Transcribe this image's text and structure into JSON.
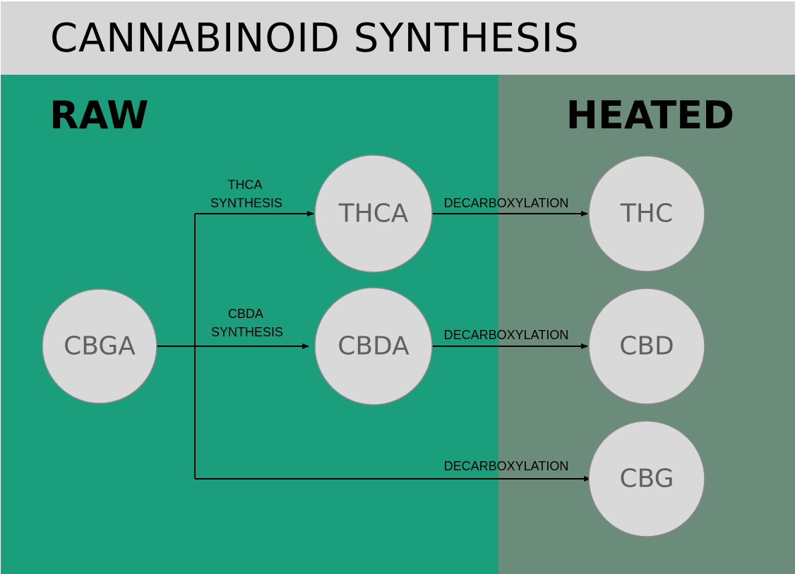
{
  "title": "CANNABINOID SYNTHESIS",
  "zones": {
    "raw": {
      "label": "RAW",
      "color": "#1a9e7c"
    },
    "heated": {
      "label": "HEATED",
      "color": "#6b8b7b"
    }
  },
  "nodes": {
    "cbga": "CBGA",
    "thca": "THCA",
    "cbda": "CBDA",
    "thc": "THC",
    "cbd": "CBD",
    "cbg": "CBG"
  },
  "edges": {
    "thca_synthesis": [
      "THCA",
      "SYNTHESIS"
    ],
    "cbda_synthesis": [
      "CBDA",
      "SYNTHESIS"
    ],
    "decarb_thca": "DECARBOXYLATION",
    "decarb_cbda": "DECARBOXYLATION",
    "decarb_cbga": "DECARBOXYLATION"
  },
  "colors": {
    "header": "#d6d6d6",
    "node_fill": "#d9d9d9",
    "node_text": "#606060"
  }
}
